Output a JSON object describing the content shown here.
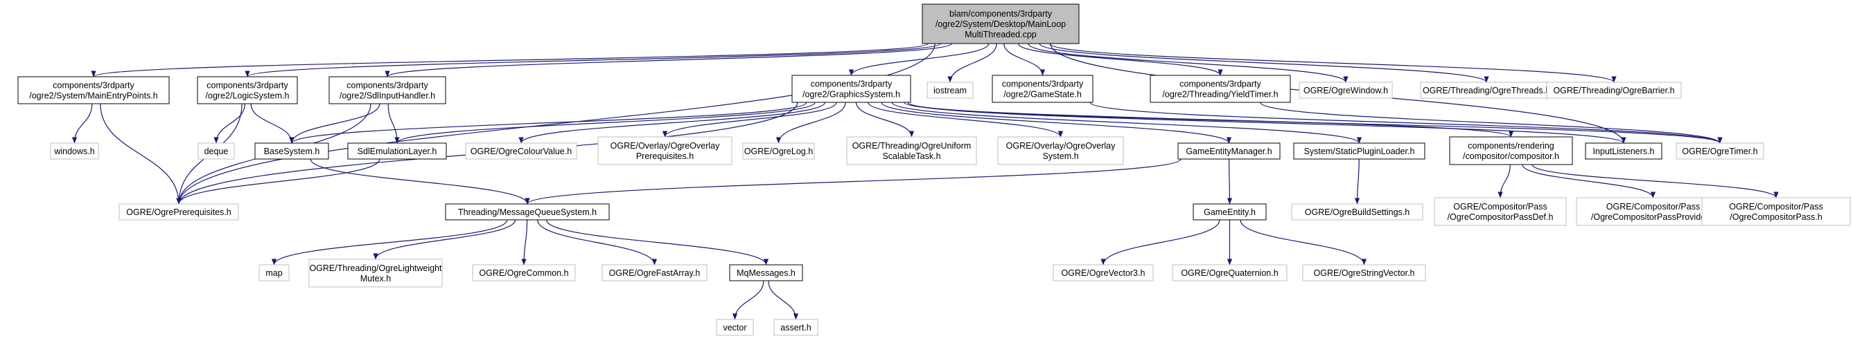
{
  "diagram": {
    "colors": {
      "edge": "#191970",
      "root_fill": "#bfbfbf",
      "node_fill": "#ffffff",
      "documented_border": "#000000",
      "external_border": "#bfbfbf"
    },
    "nodes": [
      {
        "id": "root",
        "lines": [
          "blam/components/3rdparty",
          "/ogre2/System/Desktop/MainLoop",
          "MultiThreaded.cpp"
        ],
        "kind": "root"
      },
      {
        "id": "main_entry_points",
        "lines": [
          "components/3rdparty",
          "/ogre2/System/MainEntryPoints.h"
        ],
        "kind": "documented"
      },
      {
        "id": "logic_system",
        "lines": [
          "components/3rdparty",
          "/ogre2/LogicSystem.h"
        ],
        "kind": "documented"
      },
      {
        "id": "sdl_input_handler",
        "lines": [
          "components/3rdparty",
          "/ogre2/SdlInputHandler.h"
        ],
        "kind": "documented"
      },
      {
        "id": "graphics_system",
        "lines": [
          "components/3rdparty",
          "/ogre2/GraphicsSystem.h"
        ],
        "kind": "documented"
      },
      {
        "id": "iostream",
        "lines": [
          "iostream"
        ],
        "kind": "external"
      },
      {
        "id": "game_state",
        "lines": [
          "components/3rdparty",
          "/ogre2/GameState.h"
        ],
        "kind": "documented"
      },
      {
        "id": "yield_timer",
        "lines": [
          "components/3rdparty",
          "/ogre2/Threading/YieldTimer.h"
        ],
        "kind": "documented"
      },
      {
        "id": "ogre_window",
        "lines": [
          "OGRE/OgreWindow.h"
        ],
        "kind": "external"
      },
      {
        "id": "ogre_threads",
        "lines": [
          "OGRE/Threading/OgreThreads.h"
        ],
        "kind": "external"
      },
      {
        "id": "ogre_barrier",
        "lines": [
          "OGRE/Threading/OgreBarrier.h"
        ],
        "kind": "external"
      },
      {
        "id": "windows_h",
        "lines": [
          "windows.h"
        ],
        "kind": "external"
      },
      {
        "id": "deque",
        "lines": [
          "deque"
        ],
        "kind": "external"
      },
      {
        "id": "base_system",
        "lines": [
          "BaseSystem.h"
        ],
        "kind": "documented"
      },
      {
        "id": "sdl_emulation_layer",
        "lines": [
          "SdlEmulationLayer.h"
        ],
        "kind": "documented"
      },
      {
        "id": "ogre_colour_value",
        "lines": [
          "OGRE/OgreColourValue.h"
        ],
        "kind": "external"
      },
      {
        "id": "overlay_prereq",
        "lines": [
          "OGRE/Overlay/OgreOverlay",
          "Prerequisites.h"
        ],
        "kind": "external"
      },
      {
        "id": "ogre_log",
        "lines": [
          "OGRE/OgreLog.h"
        ],
        "kind": "external"
      },
      {
        "id": "uniform_scalable",
        "lines": [
          "OGRE/Threading/OgreUniform",
          "ScalableTask.h"
        ],
        "kind": "external"
      },
      {
        "id": "overlay_system",
        "lines": [
          "OGRE/Overlay/OgreOverlay",
          "System.h"
        ],
        "kind": "external"
      },
      {
        "id": "game_entity_manager",
        "lines": [
          "GameEntityManager.h"
        ],
        "kind": "documented"
      },
      {
        "id": "static_plugin_loader",
        "lines": [
          "System/StaticPluginLoader.h"
        ],
        "kind": "documented"
      },
      {
        "id": "compositor",
        "lines": [
          "components/rendering",
          "/compositor/compositor.h"
        ],
        "kind": "documented"
      },
      {
        "id": "input_listeners",
        "lines": [
          "InputListeners.h"
        ],
        "kind": "documented"
      },
      {
        "id": "ogre_timer",
        "lines": [
          "OGRE/OgreTimer.h"
        ],
        "kind": "external"
      },
      {
        "id": "ogre_prerequisites",
        "lines": [
          "OGRE/OgrePrerequisites.h"
        ],
        "kind": "external"
      },
      {
        "id": "message_queue_system",
        "lines": [
          "Threading/MessageQueueSystem.h"
        ],
        "kind": "documented"
      },
      {
        "id": "game_entity",
        "lines": [
          "GameEntity.h"
        ],
        "kind": "documented"
      },
      {
        "id": "ogre_build_settings",
        "lines": [
          "OGRE/OgreBuildSettings.h"
        ],
        "kind": "external"
      },
      {
        "id": "compositor_pass_def",
        "lines": [
          "OGRE/Compositor/Pass",
          "/OgreCompositorPassDef.h"
        ],
        "kind": "external"
      },
      {
        "id": "compositor_pass_provider",
        "lines": [
          "OGRE/Compositor/Pass",
          "/OgreCompositorPassProvider.h"
        ],
        "kind": "external"
      },
      {
        "id": "compositor_pass",
        "lines": [
          "OGRE/Compositor/Pass",
          "/OgreCompositorPass.h"
        ],
        "kind": "external"
      },
      {
        "id": "map",
        "lines": [
          "map"
        ],
        "kind": "external"
      },
      {
        "id": "lightweight_mutex",
        "lines": [
          "OGRE/Threading/OgreLightweight",
          "Mutex.h"
        ],
        "kind": "external"
      },
      {
        "id": "ogre_common",
        "lines": [
          "OGRE/OgreCommon.h"
        ],
        "kind": "external"
      },
      {
        "id": "ogre_fast_array",
        "lines": [
          "OGRE/OgreFastArray.h"
        ],
        "kind": "external"
      },
      {
        "id": "mq_messages",
        "lines": [
          "MqMessages.h"
        ],
        "kind": "documented"
      },
      {
        "id": "ogre_vector3",
        "lines": [
          "OGRE/OgreVector3.h"
        ],
        "kind": "external"
      },
      {
        "id": "ogre_quaternion",
        "lines": [
          "OGRE/OgreQuaternion.h"
        ],
        "kind": "external"
      },
      {
        "id": "ogre_string_vector",
        "lines": [
          "OGRE/OgreStringVector.h"
        ],
        "kind": "external"
      },
      {
        "id": "vector",
        "lines": [
          "vector"
        ],
        "kind": "external"
      },
      {
        "id": "assert_h",
        "lines": [
          "assert.h"
        ],
        "kind": "external"
      }
    ],
    "edges": [
      [
        "root",
        "main_entry_points"
      ],
      [
        "root",
        "logic_system"
      ],
      [
        "root",
        "sdl_input_handler"
      ],
      [
        "root",
        "graphics_system"
      ],
      [
        "root",
        "iostream"
      ],
      [
        "root",
        "game_state"
      ],
      [
        "root",
        "yield_timer"
      ],
      [
        "root",
        "ogre_window"
      ],
      [
        "root",
        "ogre_threads"
      ],
      [
        "root",
        "ogre_barrier"
      ],
      [
        "root",
        "ogre_prerequisites"
      ],
      [
        "root",
        "input_listeners"
      ],
      [
        "main_entry_points",
        "windows_h"
      ],
      [
        "main_entry_points",
        "ogre_prerequisites"
      ],
      [
        "logic_system",
        "deque"
      ],
      [
        "logic_system",
        "base_system"
      ],
      [
        "logic_system",
        "ogre_prerequisites"
      ],
      [
        "sdl_input_handler",
        "base_system"
      ],
      [
        "sdl_input_handler",
        "sdl_emulation_layer"
      ],
      [
        "sdl_input_handler",
        "ogre_prerequisites"
      ],
      [
        "graphics_system",
        "base_system"
      ],
      [
        "graphics_system",
        "sdl_emulation_layer"
      ],
      [
        "graphics_system",
        "ogre_colour_value"
      ],
      [
        "graphics_system",
        "overlay_prereq"
      ],
      [
        "graphics_system",
        "ogre_log"
      ],
      [
        "graphics_system",
        "uniform_scalable"
      ],
      [
        "graphics_system",
        "overlay_system"
      ],
      [
        "graphics_system",
        "game_entity_manager"
      ],
      [
        "graphics_system",
        "static_plugin_loader"
      ],
      [
        "graphics_system",
        "compositor"
      ],
      [
        "graphics_system",
        "input_listeners"
      ],
      [
        "graphics_system",
        "ogre_timer"
      ],
      [
        "graphics_system",
        "ogre_prerequisites"
      ],
      [
        "game_state",
        "ogre_timer"
      ],
      [
        "yield_timer",
        "ogre_timer"
      ],
      [
        "base_system",
        "message_queue_system"
      ],
      [
        "sdl_emulation_layer",
        "ogre_prerequisites"
      ],
      [
        "game_entity_manager",
        "game_entity"
      ],
      [
        "game_entity_manager",
        "message_queue_system"
      ],
      [
        "static_plugin_loader",
        "ogre_build_settings"
      ],
      [
        "compositor",
        "compositor_pass_def"
      ],
      [
        "compositor",
        "compositor_pass_provider"
      ],
      [
        "compositor",
        "compositor_pass"
      ],
      [
        "message_queue_system",
        "map"
      ],
      [
        "message_queue_system",
        "lightweight_mutex"
      ],
      [
        "message_queue_system",
        "ogre_common"
      ],
      [
        "message_queue_system",
        "ogre_fast_array"
      ],
      [
        "message_queue_system",
        "mq_messages"
      ],
      [
        "game_entity",
        "ogre_vector3"
      ],
      [
        "game_entity",
        "ogre_quaternion"
      ],
      [
        "game_entity",
        "ogre_string_vector"
      ],
      [
        "mq_messages",
        "vector"
      ],
      [
        "mq_messages",
        "assert_h"
      ]
    ]
  }
}
